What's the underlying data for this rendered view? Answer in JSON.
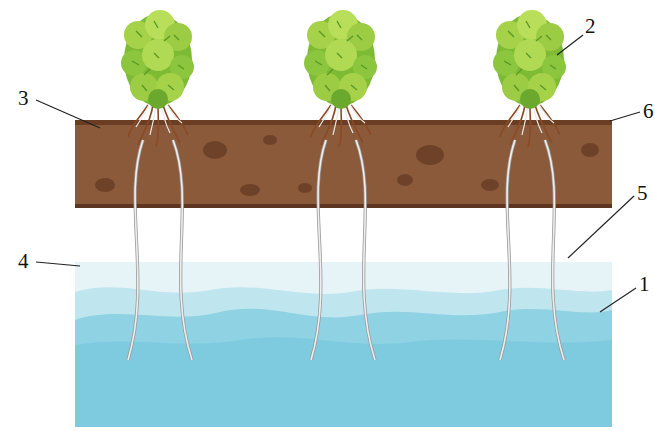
{
  "diagram": {
    "labels": [
      "2",
      "3",
      "6",
      "5",
      "4",
      "1"
    ]
  }
}
